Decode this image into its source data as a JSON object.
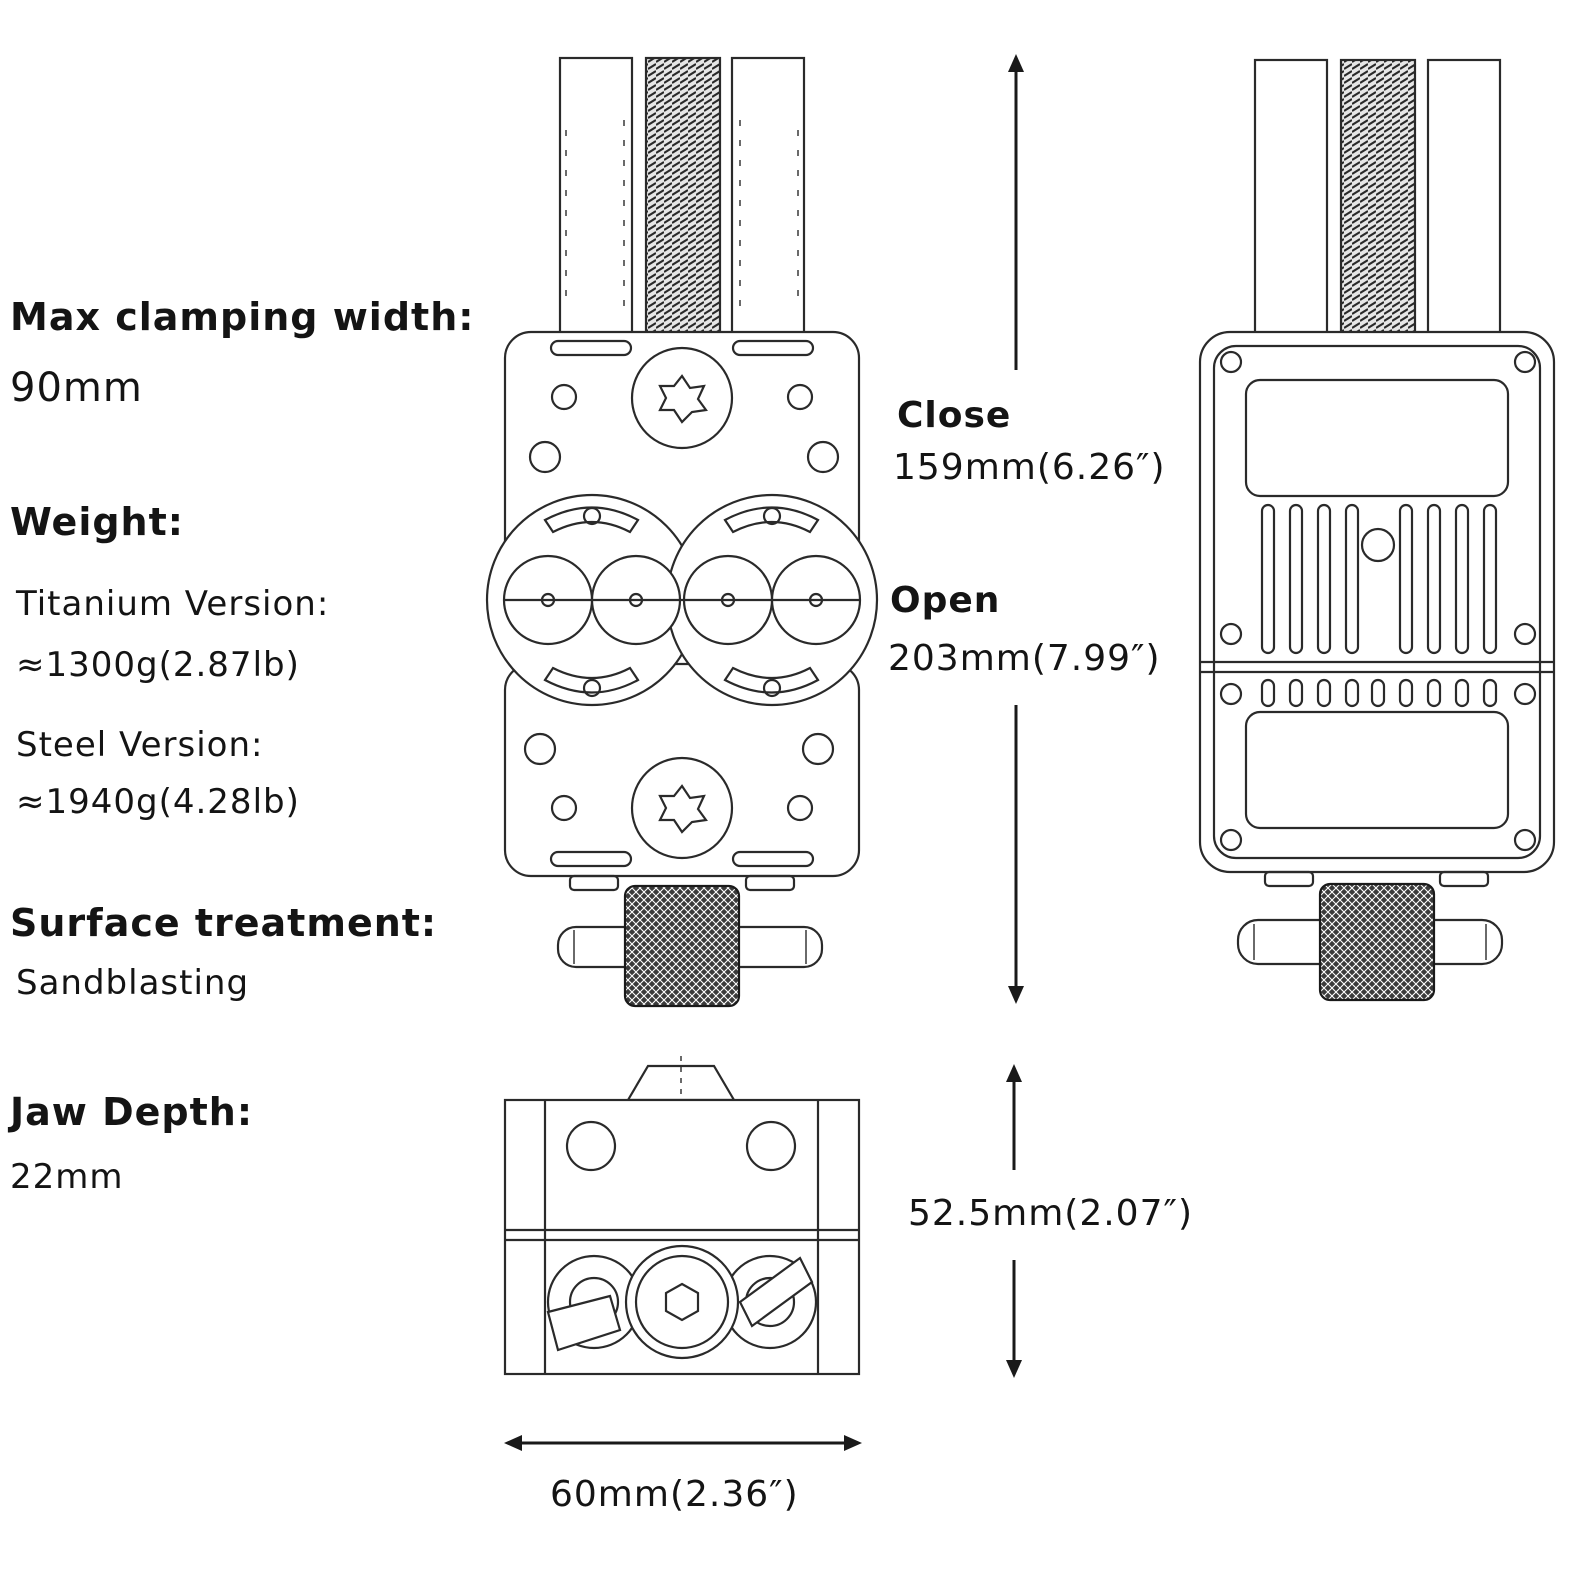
{
  "specs": {
    "clamping": {
      "label": "Max clamping width:",
      "value": "90mm"
    },
    "weight": {
      "label": "Weight:",
      "titanium_label": "Titanium Version:",
      "titanium_value": "≈1300g(2.87lb)",
      "steel_label": "Steel Version:",
      "steel_value": "≈1940g(4.28lb)"
    },
    "surface": {
      "label": "Surface treatment:",
      "value": "Sandblasting"
    },
    "jaw": {
      "label": "Jaw Depth:",
      "value": "22mm"
    }
  },
  "dimensions": {
    "close_label": "Close",
    "close_value": "159mm(6.26″)",
    "open_label": "Open",
    "open_value": "203mm(7.99″)",
    "height_value": "52.5mm(2.07″)",
    "width_value": "60mm(2.36″)"
  },
  "colors": {
    "line": "#2a2a2a",
    "text": "#141414",
    "background": "#ffffff"
  }
}
